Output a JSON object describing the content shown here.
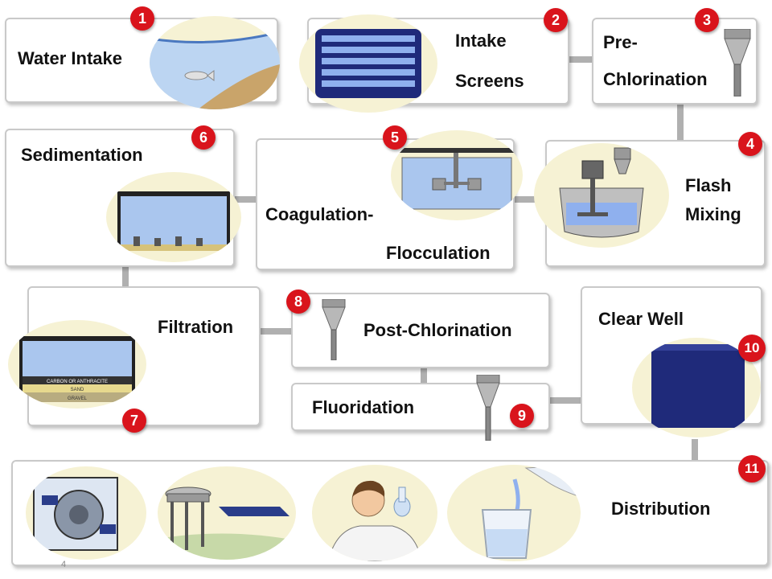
{
  "steps": [
    {
      "num": "1",
      "label": "Water Intake"
    },
    {
      "num": "2",
      "label_line1": "Intake",
      "label_line2": "Screens"
    },
    {
      "num": "3",
      "label_line1": "Pre-",
      "label_line2": "Chlorination"
    },
    {
      "num": "4",
      "label_line1": "Flash",
      "label_line2": "Mixing"
    },
    {
      "num": "5",
      "label_line1": "Coagulation-",
      "label_line2": "Flocculation"
    },
    {
      "num": "6",
      "label": "Sedimentation"
    },
    {
      "num": "7",
      "label": "Filtration",
      "layers": [
        "CARBON OR ANTHRACITE",
        "SAND",
        "GRAVEL"
      ]
    },
    {
      "num": "8",
      "label": "Post-Chlorination"
    },
    {
      "num": "9",
      "label": "Fluoridation"
    },
    {
      "num": "10",
      "label": "Clear Well"
    },
    {
      "num": "11",
      "label": "Distribution"
    }
  ],
  "page_number": "4",
  "colors": {
    "badge": "#d9141c",
    "water": "#aac6ee",
    "tank": "#1f2a7a",
    "oval": "#f6f2d4",
    "connector": "#b0b0b0"
  }
}
